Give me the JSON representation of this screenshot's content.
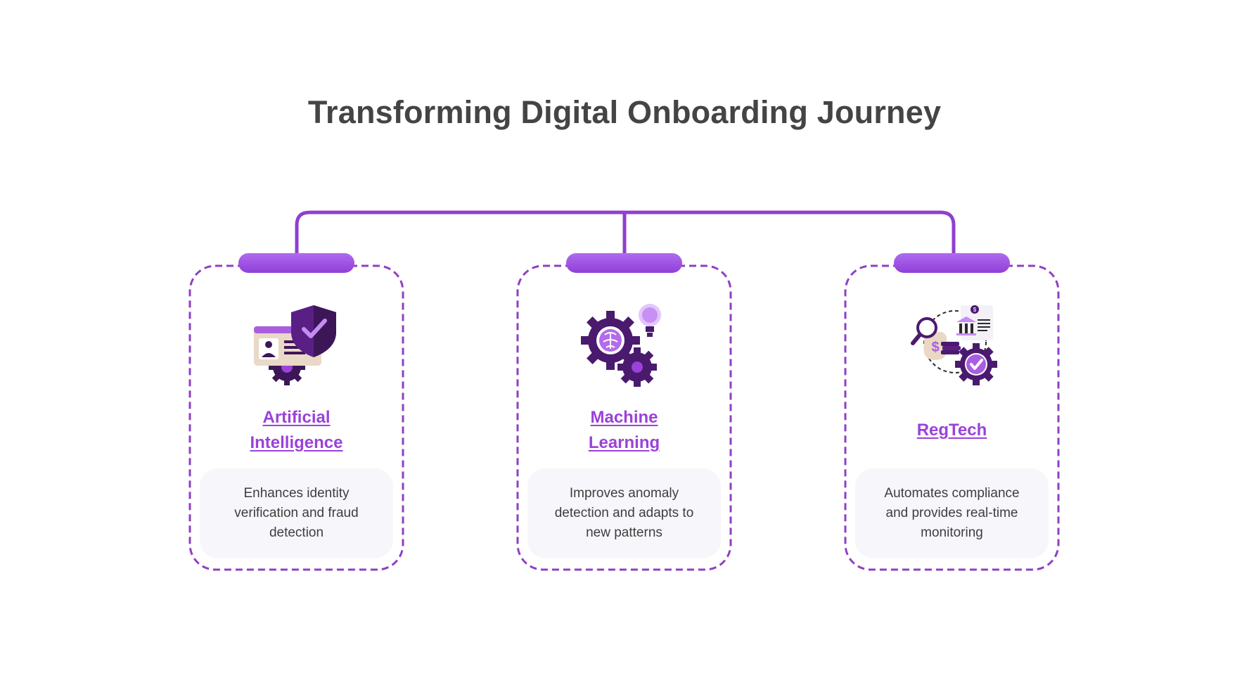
{
  "title": "Transforming Digital Onboarding Journey",
  "colors": {
    "accent": "#9b42d8",
    "accent_dark": "#4a1a6e",
    "border": "#8e3fc4",
    "title": "#444444",
    "desc_bg": "#f7f6fb"
  },
  "cards": [
    {
      "title": "Artificial Intelligence",
      "description": "Enhances identity verification and fraud detection",
      "icon": "shield-id-card-gear-icon"
    },
    {
      "title": "Machine Learning",
      "description": "Improves anomaly detection and adapts to new patterns",
      "icon": "gears-brain-lightbulb-icon"
    },
    {
      "title": "RegTech",
      "description": "Automates compliance and provides real-time monitoring",
      "icon": "bank-magnifier-checkmark-icon"
    }
  ]
}
